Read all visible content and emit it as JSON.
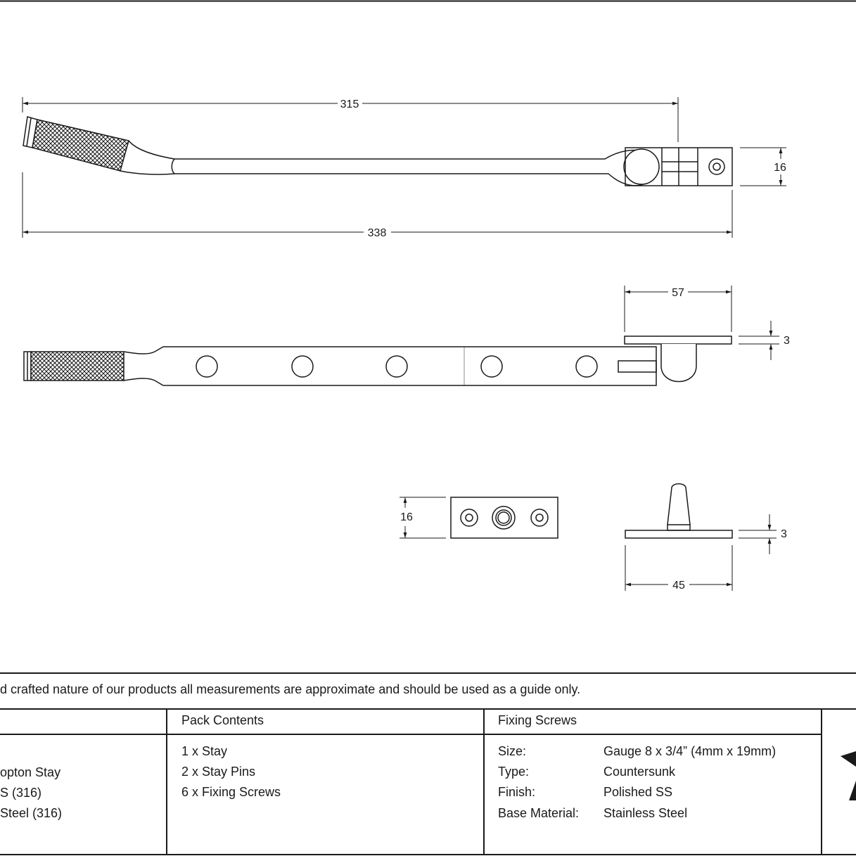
{
  "dimensions": {
    "stay_length_top": "315",
    "overall_length": "338",
    "bracket_height": "16",
    "pin_plate_length": "57",
    "pin_plate_thickness": "3",
    "plate_height": "16",
    "base_thickness": "3",
    "base_length": "45"
  },
  "disclaimer": "d crafted nature of our products all measurements are approximate and should be used as a guide only.",
  "table": {
    "col1_lines": [
      "opton Stay",
      "S (316)",
      "Steel (316)"
    ],
    "pack_contents_header": "Pack Contents",
    "pack_contents": [
      "1 x Stay",
      "2 x Stay Pins",
      "6 x Fixing Screws"
    ],
    "fixing_screws_header": "Fixing Screws",
    "fixing_screws": [
      {
        "label": "Size:",
        "value": "Gauge 8 x 3/4” (4mm x 19mm)"
      },
      {
        "label": "Type:",
        "value": "Countersunk"
      },
      {
        "label": "Finish:",
        "value": "Polished SS"
      },
      {
        "label": "Base Material:",
        "value": "Stainless Steel"
      }
    ]
  }
}
